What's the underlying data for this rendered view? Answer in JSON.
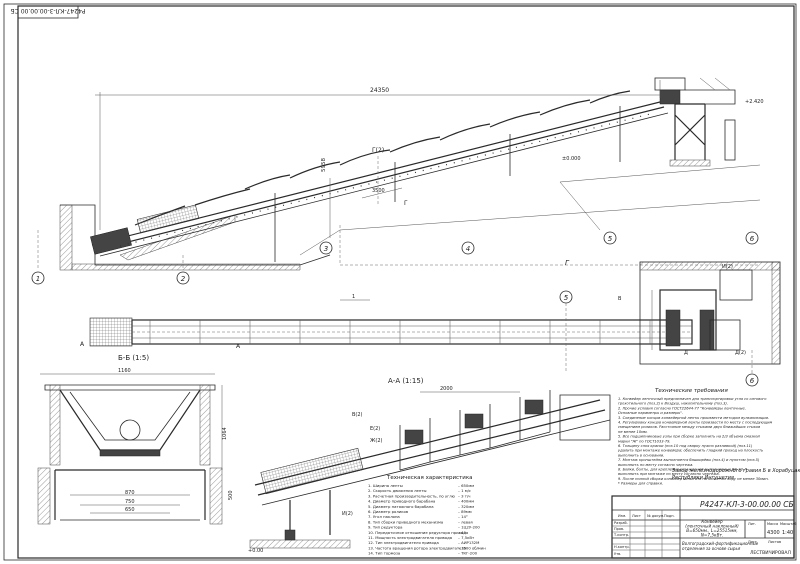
{
  "sheet": {
    "side_code": "Р4247-КЛ-3-00.00.00 СБ",
    "drawing_code": "Р4247-КЛ-3-00.00.00 СБ",
    "designation": "Конвейер\n(ленточный наклонный)\nВ=650мм., L=25515мм,\nN=7,5кВт.",
    "customer": "Завод железнодорожного гравия Б в Хорабуцак\nРеспублики Ингушетия",
    "company": "Волгоградский-фортификационные\nотделения за основе сырья",
    "company_short": "ЛЕСТВИЧИРОВАЛ",
    "scale": "1:40",
    "mass": "4300",
    "sheet_label": "Лист",
    "sheets_label": "Листов",
    "lit_label": "Лит.",
    "mass_label": "Масса",
    "scale_label": "Масштаб"
  },
  "top_view": {
    "dim_total": "24350",
    "dim_step": "3500",
    "dim_height": "5958",
    "section_mark_g": "Г(2)",
    "section_mark_g_small": "Г",
    "level_mark_1": "+2.420",
    "level_mark_2": "±0.000",
    "axes": [
      "1",
      "2",
      "3",
      "4",
      "5",
      "6"
    ]
  },
  "plan_view": {
    "position_label": "1",
    "mark_a_left": "А",
    "mark_a_right": "А",
    "mark_g": "Г",
    "mark_v": "В",
    "mark_d": "Д",
    "mark_d2": "Д(2)",
    "mark_i": "И(2)",
    "axes": [
      "5",
      "6"
    ]
  },
  "section_bb": {
    "title": "Б-Б (1:5)",
    "dim_top": "1160",
    "dim_1": "870",
    "dim_2": "750",
    "dim_3": "650",
    "dim_side": "1064",
    "dim_side2": "500"
  },
  "section_aa": {
    "title": "А-А (1:15)",
    "dim_top": "2000",
    "mark_v": "В(2)",
    "mark_e": "Е(2)",
    "mark_zh": "Ж(2)",
    "mark_i": "И(2)",
    "dim_level": "+0.00"
  },
  "tech_spec": {
    "title": "Техническая характеристика",
    "rows": [
      [
        "1. Ширина ленты",
        "– 650мм"
      ],
      [
        "2. Скорость движения ленты",
        "– 1 м/с"
      ],
      [
        "3. Расчетная производительность, по углю",
        "– 3 т/ч"
      ],
      [
        "4. Диаметр приводного барабана",
        "– 400мм"
      ],
      [
        "5. Диаметр натяжного барабана",
        "– 320мм"
      ],
      [
        "6. Диаметр роликов",
        "– 89мм"
      ],
      [
        "7. Угол наклона",
        "– 14°"
      ],
      [
        "8. Тип сборки приводного механизма",
        "– левая"
      ],
      [
        "9. Тип редуктора",
        "– 1Ц2У-200"
      ],
      [
        "10. Передаточное отношение редуктора привода",
        "– 40"
      ],
      [
        "11. Мощность электродвигателя привода",
        "– 7,5кВт"
      ],
      [
        "12. Тип электродвигателя привода",
        "– АИР132М"
      ],
      [
        "13. Частота вращения ротора электродвигателя",
        "– 1500 об/мин"
      ],
      [
        "14. Тип тормоза",
        "– ТКГ-200"
      ]
    ]
  },
  "tech_req": {
    "title": "Технические требования",
    "items": [
      "1. Конвейер ленточный предназначен для транспортировки угля со ситового",
      "   грохотильного (поз.2) к Воздуш, накопительному (поз.3).",
      "2. Прочие условия согласно ГОСТ22644-77 \"Конвейеры ленточные.",
      "   Основные параметры и размеры\".",
      "3. Соединение концов конвейерной ленты произвести методом вулканизации.",
      "4. Регулировку концов конвейерной ленты произвести по месту с последующим",
      "   смещением роликов. Расстояние между стыками двух ближайших стыков",
      "   не менее 10мм.",
      "5. Все подшипниковые узлы при сборке заполнить на 2/3 объема смазкой",
      "   марки \"Ж\" по ГОСТ1033-79.",
      "6. Толщину слоя краски (поз.10 под сварку нужно разливкой) (поз.11)",
      "   удалить при монтаже конвейера; обеспечить гладкий проход на плоскость",
      "   выполнить в основании.",
      "7. Монтаж кронштейна выполняется башкирёвы (поз.4) и пунктом (поз.5)",
      "   выполнить по месту согласно чертежа.",
      "8. Бойки, болты, для крепления ограждений выполняемых ВК-33-Л",
      "   выполнить при монтаже по месту согласно чертежа.",
      "9. После полной сборки конвейер испытать на холостом ходу не менее 30мин.",
      "* Размеры для справки."
    ]
  },
  "title_block": {
    "labels": [
      "Изм.",
      "Лист",
      "№ докум.",
      "Подп.",
      "Дата",
      "Разраб.",
      "Пров.",
      "Т.контр.",
      "Н.контр.",
      "Утв."
    ]
  }
}
